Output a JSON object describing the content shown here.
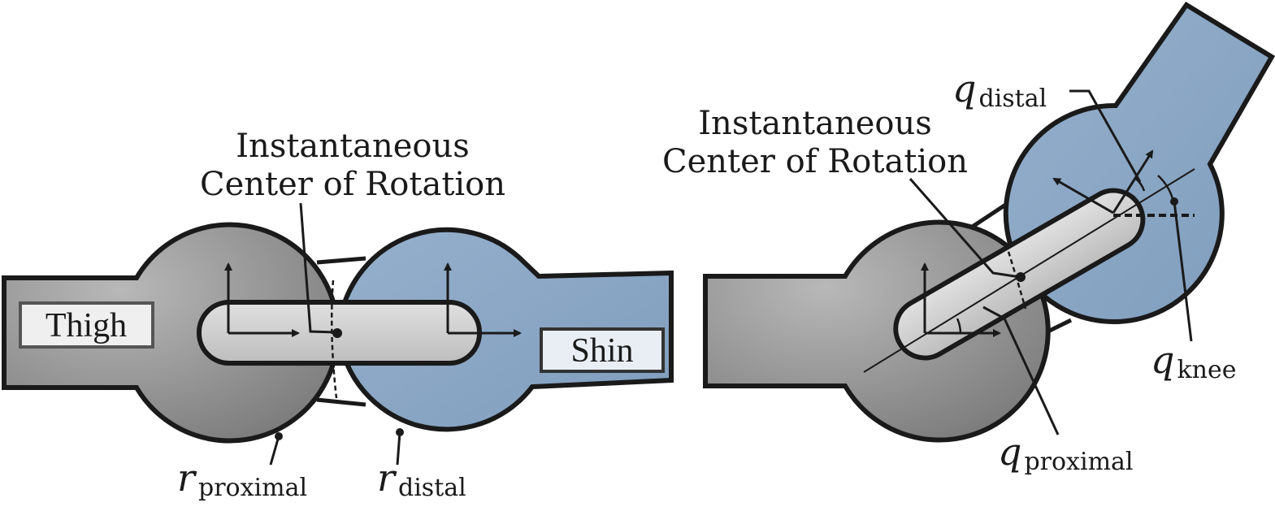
{
  "left_panel": {
    "icr_line1": "Instantaneous",
    "icr_line2": "Center of Rotation",
    "thigh_label": "Thigh",
    "shin_label": "Shin",
    "r_proximal_var": "r",
    "r_proximal_sub": "proximal",
    "r_distal_var": "r",
    "r_distal_sub": "distal"
  },
  "right_panel": {
    "icr_line1": "Instantaneous",
    "icr_line2": "Center of Rotation",
    "q_distal_var": "q",
    "q_distal_sub": "distal",
    "q_knee_var": "q",
    "q_knee_sub": "knee",
    "q_proximal_var": "q",
    "q_proximal_sub": "proximal"
  },
  "colors": {
    "thigh_gray": "#8f8f8f",
    "shin_blue": "#8aa6c4",
    "slot_light": "#cfcfcf",
    "outline": "#1a1a1a"
  }
}
